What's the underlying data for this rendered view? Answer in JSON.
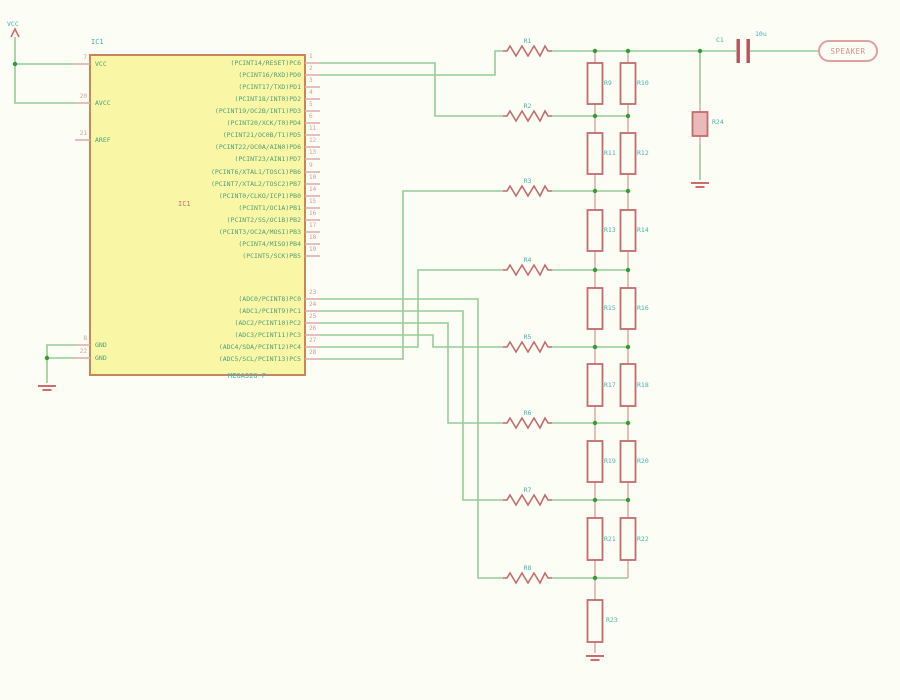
{
  "ic": {
    "ref": "IC1",
    "ref_inner": "IC1",
    "value": "MEGA328-P",
    "left_pins": [
      {
        "label": "VCC",
        "number": "7"
      },
      {
        "label": "AVCC",
        "number": "20"
      },
      {
        "label": "AREF",
        "number": "21"
      },
      {
        "label": "GND",
        "number": "8"
      },
      {
        "label": "GND",
        "number": "22"
      }
    ],
    "right_groups": [
      [
        {
          "label": "(PCINT14/RESET)PC6",
          "number": "1"
        },
        {
          "label": "(PCINT16/RXD)PD0",
          "number": "2"
        },
        {
          "label": "(PCINT17/TXD)PD1",
          "number": "3"
        },
        {
          "label": "(PCINT18/INT0)PD2",
          "number": "4"
        },
        {
          "label": "(PCINT19/OC2B/INT1)PD3",
          "number": "5"
        },
        {
          "label": "(PCINT20/XCK/T0)PD4",
          "number": "6"
        },
        {
          "label": "(PCINT21/OC0B/T1)PD5",
          "number": "11"
        },
        {
          "label": "(PCINT22/OC0A/AIN0)PD6",
          "number": "12"
        },
        {
          "label": "(PCINT23/AIN1)PD7",
          "number": "13"
        }
      ],
      [
        {
          "label": "(PCINT6/XTAL1/TOSC1)PB6",
          "number": "9"
        },
        {
          "label": "(PCINT7/XTAL2/TOSC2)PB7",
          "number": "10"
        },
        {
          "label": "(PCINT0/CLKO/ICP1)PB0",
          "number": "14"
        },
        {
          "label": "(PCINT1/OC1A)PB1",
          "number": "15"
        },
        {
          "label": "(PCINT2/SS/OC1B)PB2",
          "number": "16"
        },
        {
          "label": "(PCINT3/OC2A/MOSI)PB3",
          "number": "17"
        },
        {
          "label": "(PCINT4/MISO)PB4",
          "number": "18"
        },
        {
          "label": "(PCINT5/SCK)PB5",
          "number": "19"
        }
      ],
      [
        {
          "label": "(ADC0/PCINT8)PC0",
          "number": "23"
        },
        {
          "label": "(ADC1/PCINT9)PC1",
          "number": "24"
        },
        {
          "label": "(ADC2/PCINT10)PC2",
          "number": "25"
        },
        {
          "label": "(ADC3/PCINT11)PC3",
          "number": "26"
        },
        {
          "label": "(ADC4/SDA/PCINT12)PC4",
          "number": "27"
        },
        {
          "label": "(ADC5/SCL/PCINT13)PC5",
          "number": "28"
        }
      ]
    ]
  },
  "supplies": {
    "vcc_label": "VCC"
  },
  "ladder": {
    "bit_resistors": [
      {
        "name": "R1"
      },
      {
        "name": "R2"
      },
      {
        "name": "R3"
      },
      {
        "name": "R4"
      },
      {
        "name": "R5"
      },
      {
        "name": "R6"
      },
      {
        "name": "R7"
      },
      {
        "name": "R8"
      }
    ],
    "rung_pairs": [
      {
        "left": "R9",
        "right": "R10"
      },
      {
        "left": "R11",
        "right": "R12"
      },
      {
        "left": "R13",
        "right": "R14"
      },
      {
        "left": "R15",
        "right": "R16"
      },
      {
        "left": "R17",
        "right": "R18"
      },
      {
        "left": "R19",
        "right": "R20"
      },
      {
        "left": "R21",
        "right": "R22"
      }
    ],
    "terminator": {
      "name": "R23"
    }
  },
  "output": {
    "cap": {
      "name": "C1",
      "value": "10u"
    },
    "load_resistor": {
      "name": "R24"
    },
    "connector": {
      "label": "SPEAKER"
    }
  },
  "colors": {
    "wire": "#97cc97",
    "pin_stub": "#e0aeae",
    "component": "#c26b6b",
    "junction": "#2f9e2f",
    "ic_fill": "#f9f7a6",
    "ic_border": "#c8845c"
  }
}
